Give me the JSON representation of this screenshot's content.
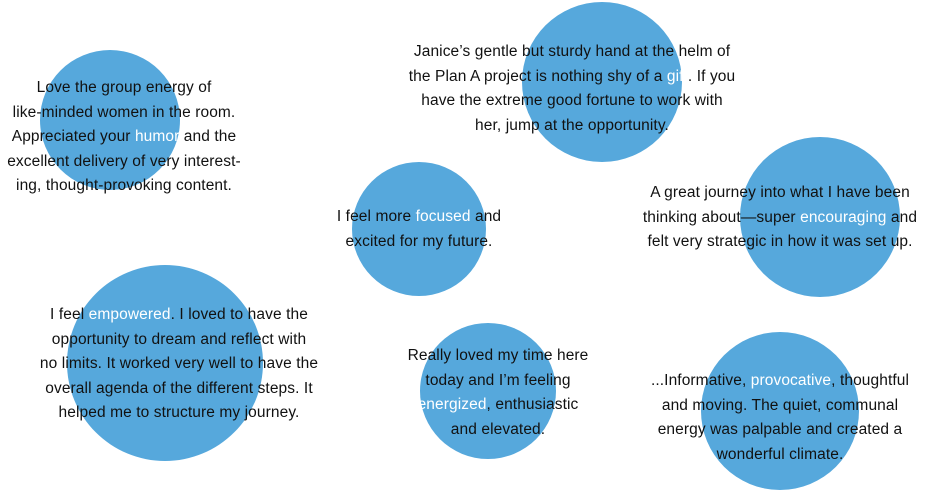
{
  "accent_color": "#56a8dc",
  "highlight_color": "#ffffff",
  "testimonials": [
    {
      "lines": [
        [
          "Love the group energy of"
        ],
        [
          "like-minded women in the room."
        ],
        [
          "Appreciated your ",
          {
            "hl": "humor"
          },
          " and the"
        ],
        [
          "excellent delivery of very interest-"
        ],
        [
          "ing, thought-provoking content."
        ]
      ]
    },
    {
      "lines": [
        [
          "Janice’s gentle but sturdy hand at the helm of"
        ],
        [
          "the Plan A project is nothing shy of a ",
          {
            "hl": "gift"
          },
          ". If you"
        ],
        [
          "have the extreme good fortune to work with"
        ],
        [
          "her, jump at the opportunity."
        ]
      ]
    },
    {
      "lines": [
        [
          "I feel more ",
          {
            "hl": "focused"
          },
          " and"
        ],
        [
          "excited for my future."
        ]
      ]
    },
    {
      "lines": [
        [
          "A great journey into what I have been"
        ],
        [
          "thinking about—super ",
          {
            "hl": "encouraging"
          },
          " and"
        ],
        [
          "felt very strategic in how it was set up."
        ]
      ]
    },
    {
      "lines": [
        [
          "I feel ",
          {
            "hl": "empowered"
          },
          ". I loved to have the"
        ],
        [
          "opportunity to dream and reflect with"
        ],
        [
          "no limits. It worked very well to have the"
        ],
        [
          "overall agenda of the different steps. It"
        ],
        [
          "helped me to structure my journey."
        ]
      ]
    },
    {
      "lines": [
        [
          "Really loved my time here"
        ],
        [
          "today and I’m feeling"
        ],
        [
          {
            "hl": "energized"
          },
          ", enthusiastic"
        ],
        [
          "and elevated."
        ]
      ]
    },
    {
      "lines": [
        [
          "...Informative, ",
          {
            "hl": "provocative"
          },
          ", thoughtful"
        ],
        [
          "and moving. The quiet, communal"
        ],
        [
          "energy was palpable and created a"
        ],
        [
          "wonderful climate."
        ]
      ]
    }
  ]
}
